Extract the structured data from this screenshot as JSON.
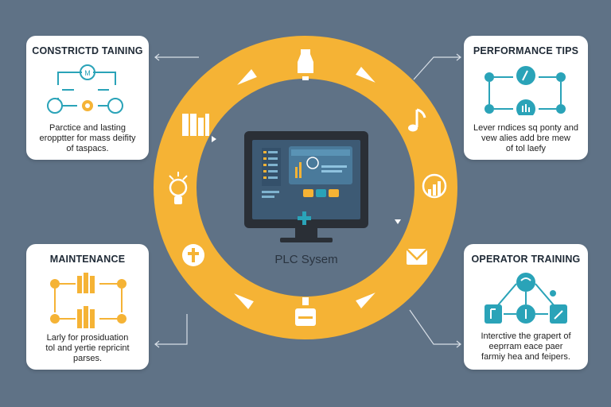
{
  "colors": {
    "background": "#5f7286",
    "ring": "#f5b335",
    "card": "#ffffff",
    "teal": "#2aa3b8",
    "amber": "#f5b335",
    "monitor": "#2a2f36",
    "screen": "#3d5a74"
  },
  "center": {
    "label": "PLC Sysem"
  },
  "cards": {
    "top_left": {
      "title": "CONSTRICTD TAINING",
      "lines": [
        "Parctice and lasting",
        "eropptter for mass deifity",
        "of taspacs."
      ]
    },
    "top_right": {
      "title": "PERFORMANCE TIPS",
      "lines": [
        "Lever rndices sq ponty and",
        "vew alies add bre mew",
        "of tol laefy"
      ]
    },
    "bottom_left": {
      "title": "MAINTENANCE",
      "lines": [
        "Larly for prosiduation",
        "tol and yertie repricint",
        "parses."
      ]
    },
    "bottom_right": {
      "title": "OPERATOR TRAINING",
      "lines": [
        "Interctive the grapert of",
        "eeprram eace paer",
        "farmiy hea and feipers."
      ]
    }
  },
  "ring_icons": [
    "bottle-icon",
    "flag-icon",
    "music-note-icon",
    "bar-chart-icon",
    "mail-icon",
    "flag-icon",
    "printer-icon",
    "flag-icon",
    "cross-icon",
    "lightbulb-icon",
    "books-icon",
    "flag-icon"
  ]
}
